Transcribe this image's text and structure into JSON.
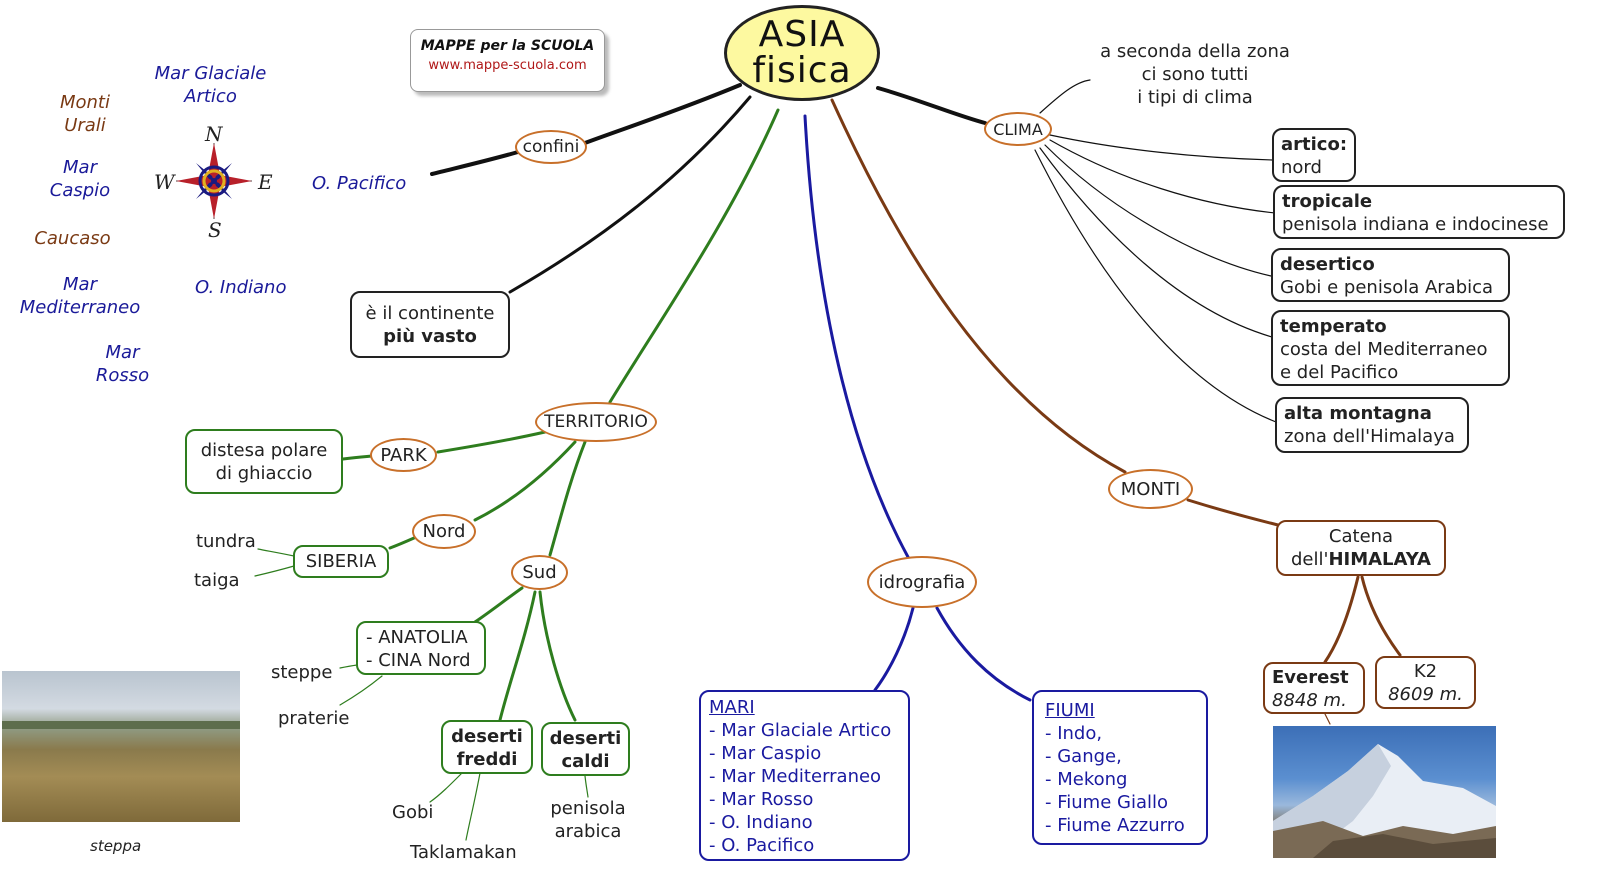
{
  "title": {
    "line1": "ASIA",
    "line2": "fisica"
  },
  "brand": {
    "name": "MAPPE per la SCUOLA",
    "url": "www.mappe-scuola.com"
  },
  "compass": {
    "n": "N",
    "s": "S",
    "e": "E",
    "w": "W"
  },
  "map_labels": {
    "mar_glaciale": [
      "Mar Glaciale",
      "Artico"
    ],
    "monti_urali": [
      "Monti",
      "Urali"
    ],
    "mar_caspio": [
      "Mar",
      "Caspio"
    ],
    "caucaso": "Caucaso",
    "mar_mediterraneo": [
      "Mar",
      "Mediterraneo"
    ],
    "mar_rosso": [
      "Mar",
      "Rosso"
    ],
    "o_pacifico": "O. Pacifico",
    "o_indiano": "O. Indiano"
  },
  "nodes": {
    "confini": "confini",
    "continente": {
      "line1": "è il continente",
      "line2": "più vasto"
    },
    "territorio": "TERRITORIO",
    "park": "PARK",
    "distesa": [
      "distesa polare",
      "di ghiaccio"
    ],
    "nord": "Nord",
    "siberia": "SIBERIA",
    "tundra": "tundra",
    "taiga": "taiga",
    "sud": "Sud",
    "anatolia": [
      "- ANATOLIA",
      "- CINA Nord"
    ],
    "steppe": "steppe",
    "praterie": "praterie",
    "deserti_freddi": [
      "deserti",
      "freddi"
    ],
    "deserti_caldi": [
      "deserti",
      "caldi"
    ],
    "gobi": "Gobi",
    "taklamakan": "Taklamakan",
    "penisola_arabica": [
      "penisola",
      "arabica"
    ],
    "steppa_caption": "steppa",
    "idrografia": "idrografia",
    "mari": {
      "heading": "MARI",
      "items": [
        "- Mar Glaciale Artico",
        "- Mar Caspio",
        "- Mar Mediterraneo",
        "- Mar Rosso",
        "- O. Indiano",
        "- O. Pacifico"
      ]
    },
    "fiumi": {
      "heading": "FIUMI",
      "items": [
        "- Indo,",
        "- Gange,",
        "- Mekong",
        "- Fiume Giallo",
        "- Fiume Azzurro"
      ]
    },
    "monti": "MONTI",
    "himalaya": {
      "line1": "Catena",
      "line2_prefix": "dell'",
      "line2_bold": "HIMALAYA"
    },
    "everest": {
      "name": "Everest",
      "height": "8848 m."
    },
    "k2": {
      "name": "K2",
      "height": "8609 m."
    },
    "clima": "CLIMA",
    "clima_note": [
      "a seconda della zona",
      "ci sono tutti",
      "i tipi di clima"
    ],
    "climates": [
      {
        "name": "artico:",
        "desc": [
          "nord"
        ]
      },
      {
        "name": "tropicale",
        "desc": [
          "penisola indiana e indocinese"
        ]
      },
      {
        "name": "desertico",
        "desc": [
          "Gobi e penisola Arabica"
        ]
      },
      {
        "name": "temperato",
        "desc": [
          "costa del Mediterraneo",
          "e del Pacifico"
        ]
      },
      {
        "name": "alta montagna",
        "desc": [
          "zona dell'Himalaya"
        ]
      }
    ]
  },
  "colors": {
    "territory": "#2e7d1e",
    "hydro": "#1a1aa0",
    "mountains": "#7a3a14",
    "black": "#111111",
    "oval_border": "#c8702a",
    "title_fill": "#fdf9a0"
  }
}
